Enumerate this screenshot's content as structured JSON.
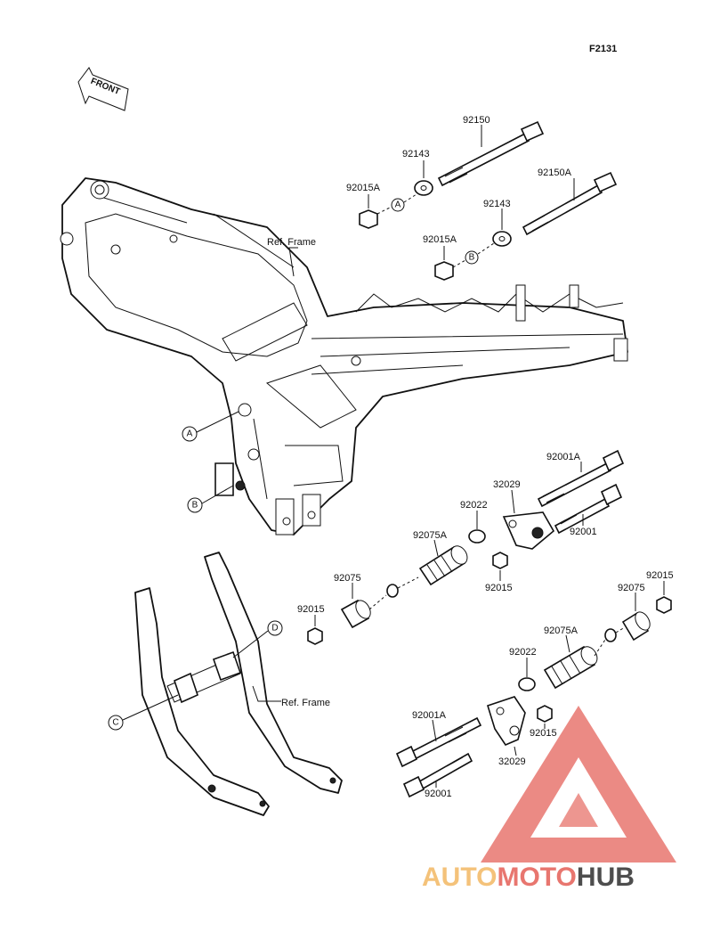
{
  "figure_id": "F2131",
  "front_label": "FRONT",
  "ref_labels": [
    "Ref. Frame",
    "Ref. Frame"
  ],
  "part_labels": {
    "p92150": "92150",
    "p92143_top": "92143",
    "p92015A_top": "92015A",
    "p92150A": "92150A",
    "p92143_mid": "92143",
    "p92015A_mid": "92015A",
    "p92001A_top": "92001A",
    "p32029_top": "32029",
    "p92022_top": "92022",
    "p92001_top": "92001",
    "p92075A_top": "92075A",
    "p92075_top": "92075",
    "p92015_mid": "92015",
    "p92015_left": "92015",
    "p92015_right": "92015",
    "p92075_right": "92075",
    "p92075A_bot": "92075A",
    "p92022_bot": "92022",
    "p92001A_bot": "92001A",
    "p92015_bot": "92015",
    "p32029_bot": "32029",
    "p92001_bot": "92001"
  },
  "callouts": {
    "a_top": "A",
    "b_top": "B",
    "a_frame": "A",
    "b_frame": "B",
    "c": "C",
    "d": "D"
  },
  "watermark": {
    "auto": "AUTO",
    "moto": "MOTO",
    "hub": "HUB",
    "colors": {
      "auto": "#f4c27a",
      "moto": "#e8766f",
      "hub": "#4d4d4d",
      "triangle": "#e8766f"
    }
  }
}
